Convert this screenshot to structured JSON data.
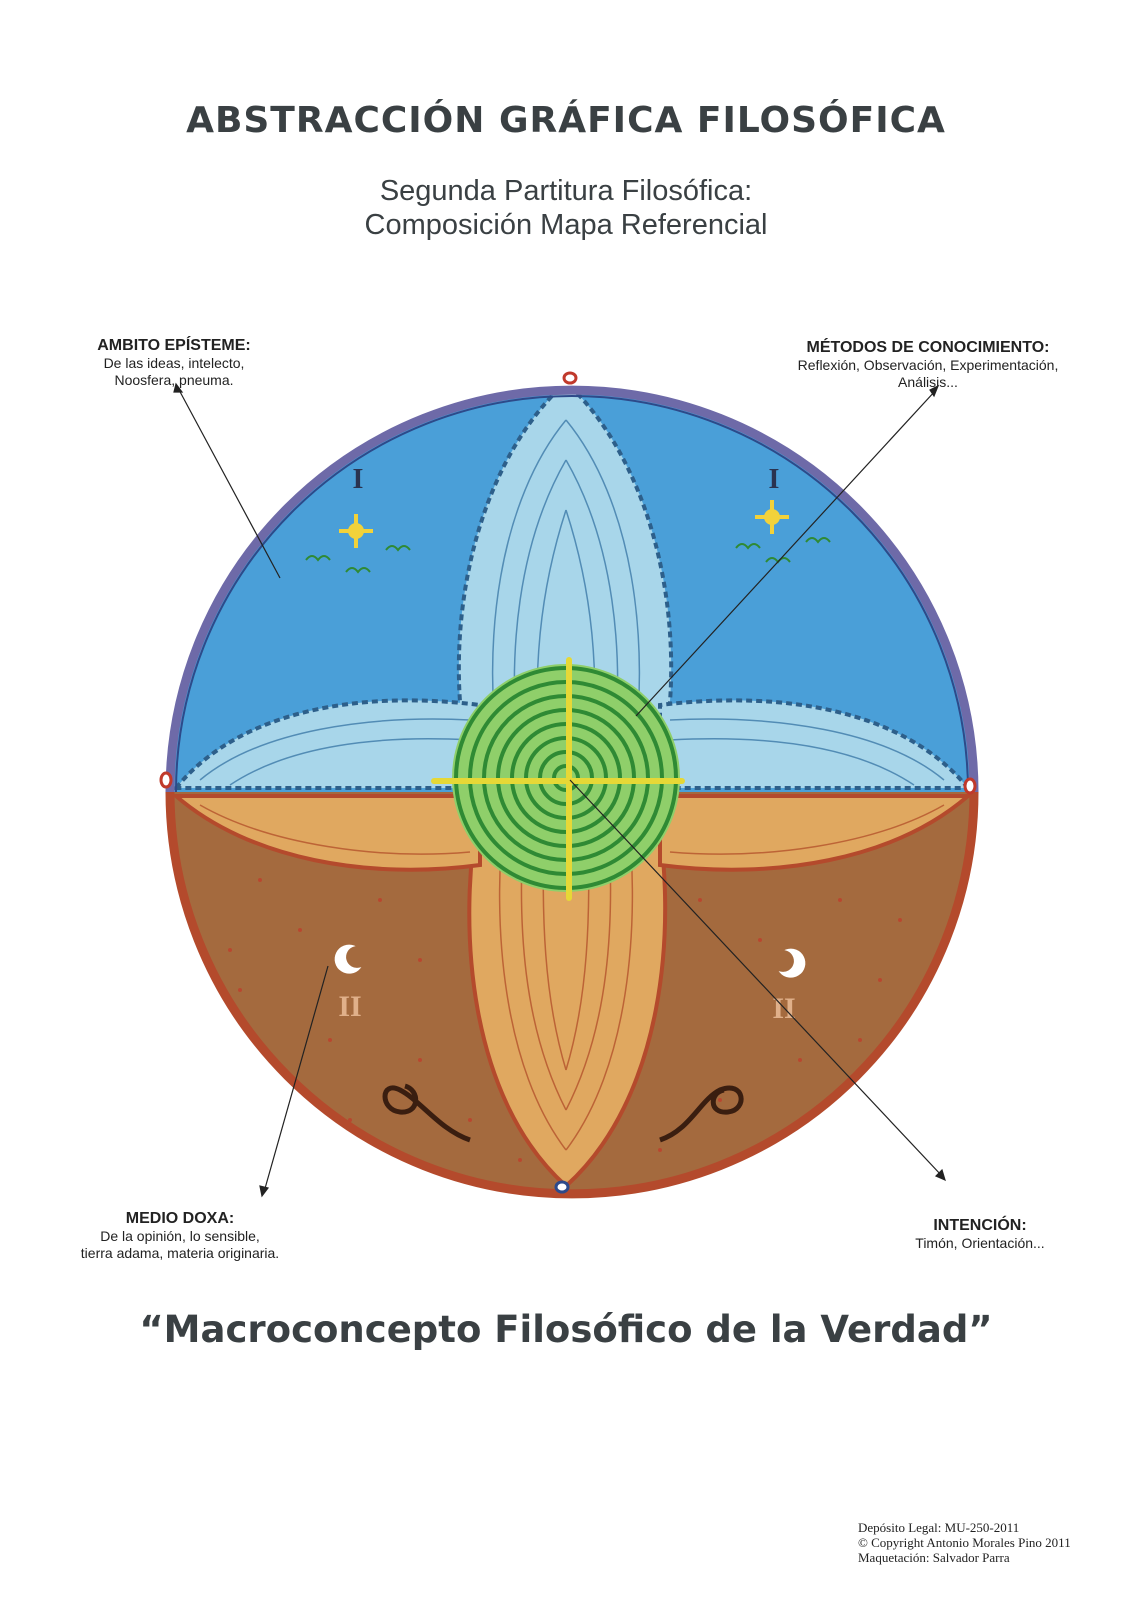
{
  "header": {
    "title": "ABSTRACCIÓN GRÁFICA FILOSÓFICA",
    "subtitle_line1": "Segunda Partitura Filosófica:",
    "subtitle_line2": "Composición Mapa Referencial"
  },
  "labels": {
    "top_left": {
      "head": "AMBITO EPÍSTEME:",
      "line1": "De las ideas, intelecto,",
      "line2": "Noosfera, pneuma."
    },
    "top_right": {
      "head": "MÉTODOS DE CONOCIMIENTO:",
      "line1": "Reflexión, Observación, Experimentación,",
      "line2": "Análisis..."
    },
    "bottom_left": {
      "head": "MEDIO DOXA:",
      "line1": "De la opinión, lo sensible,",
      "line2": "tierra adama, materia originaria."
    },
    "bottom_right": {
      "head": "INTENCIÓN:",
      "line1": "Timón, Orientación..."
    }
  },
  "diagram": {
    "upper_numeral": "I",
    "lower_numeral": "II",
    "colors": {
      "sky": "#4a9fd8",
      "petal_sky": "#a8d6ea",
      "earth": "#a46a3e",
      "petal_earth": "#e0a860",
      "rim_top": "#6e6aa8",
      "rim_bottom": "#b44a2c",
      "center_green": "#3f9a3a",
      "cross_yellow": "#e6d836",
      "star": "#f2d23a"
    }
  },
  "footer": {
    "main_title": "“Macroconcepto Filosófico de la Verdad”",
    "legal": "Depósito Legal: MU-250-2011",
    "copyright": "© Copyright Antonio Morales Pino 2011",
    "layout": "Maquetación: Salvador Parra"
  }
}
